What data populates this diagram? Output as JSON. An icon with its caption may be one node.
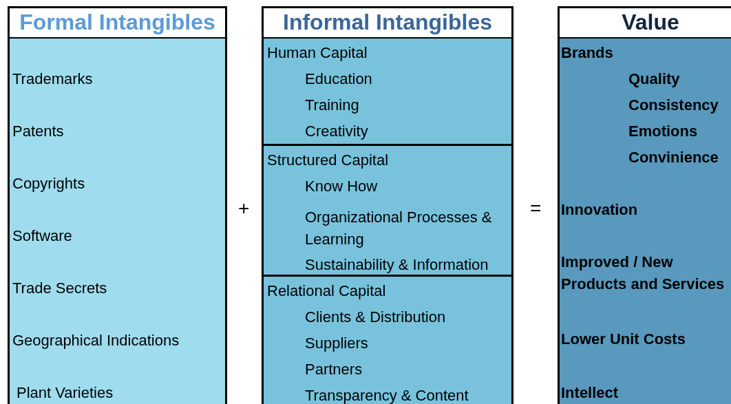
{
  "diagram": {
    "nodes": [
      {
        "text": [
          "Formal Intangibles"
        ]
      },
      {
        "text": [
          "Trademarks",
          "Patents",
          "Copyrights",
          "Software",
          "Trade Secrets",
          "Geographical Indications",
          "Plant Varieties"
        ]
      },
      {
        "text": [
          "Informal Intangibles"
        ]
      },
      {
        "text": [],
        "shape": "box"
      },
      {
        "text": [
          "Human Capital",
          "Education",
          "Training",
          "Creativity"
        ],
        "in": 3
      },
      {
        "text": [
          "Structured Capital",
          "Know How",
          "Organizational Processes & Learning",
          "Sustainability & Information"
        ],
        "in": 3
      },
      {
        "text": [
          "Relational Capital",
          "Clients & Distribution",
          "Suppliers",
          "Partners",
          "Transparency & Content"
        ],
        "in": 3
      },
      {
        "text": [
          "Value"
        ]
      },
      {
        "text": [
          "Brands",
          "Quality",
          "Consistency",
          "Emotions",
          "Convinience",
          "Innovation",
          "Improved / New Products and Services",
          "Lower Unit Costs",
          "Intellect"
        ]
      }
    ],
    "edges": [],
    "labels": [
      "+",
      "="
    ]
  }
}
